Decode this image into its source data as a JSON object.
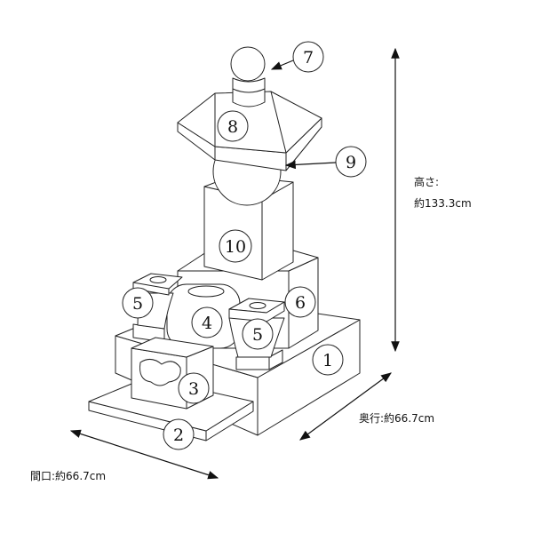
{
  "dimensions": {
    "height_label": "高さ:",
    "height_value": "約133.3cm",
    "depth": "奥行:約66.7cm",
    "width": "間口:約66.7cm"
  },
  "part_labels": [
    "7",
    "8",
    "9",
    "10",
    "5",
    "4",
    "6",
    "5",
    "1",
    "3",
    "2"
  ]
}
